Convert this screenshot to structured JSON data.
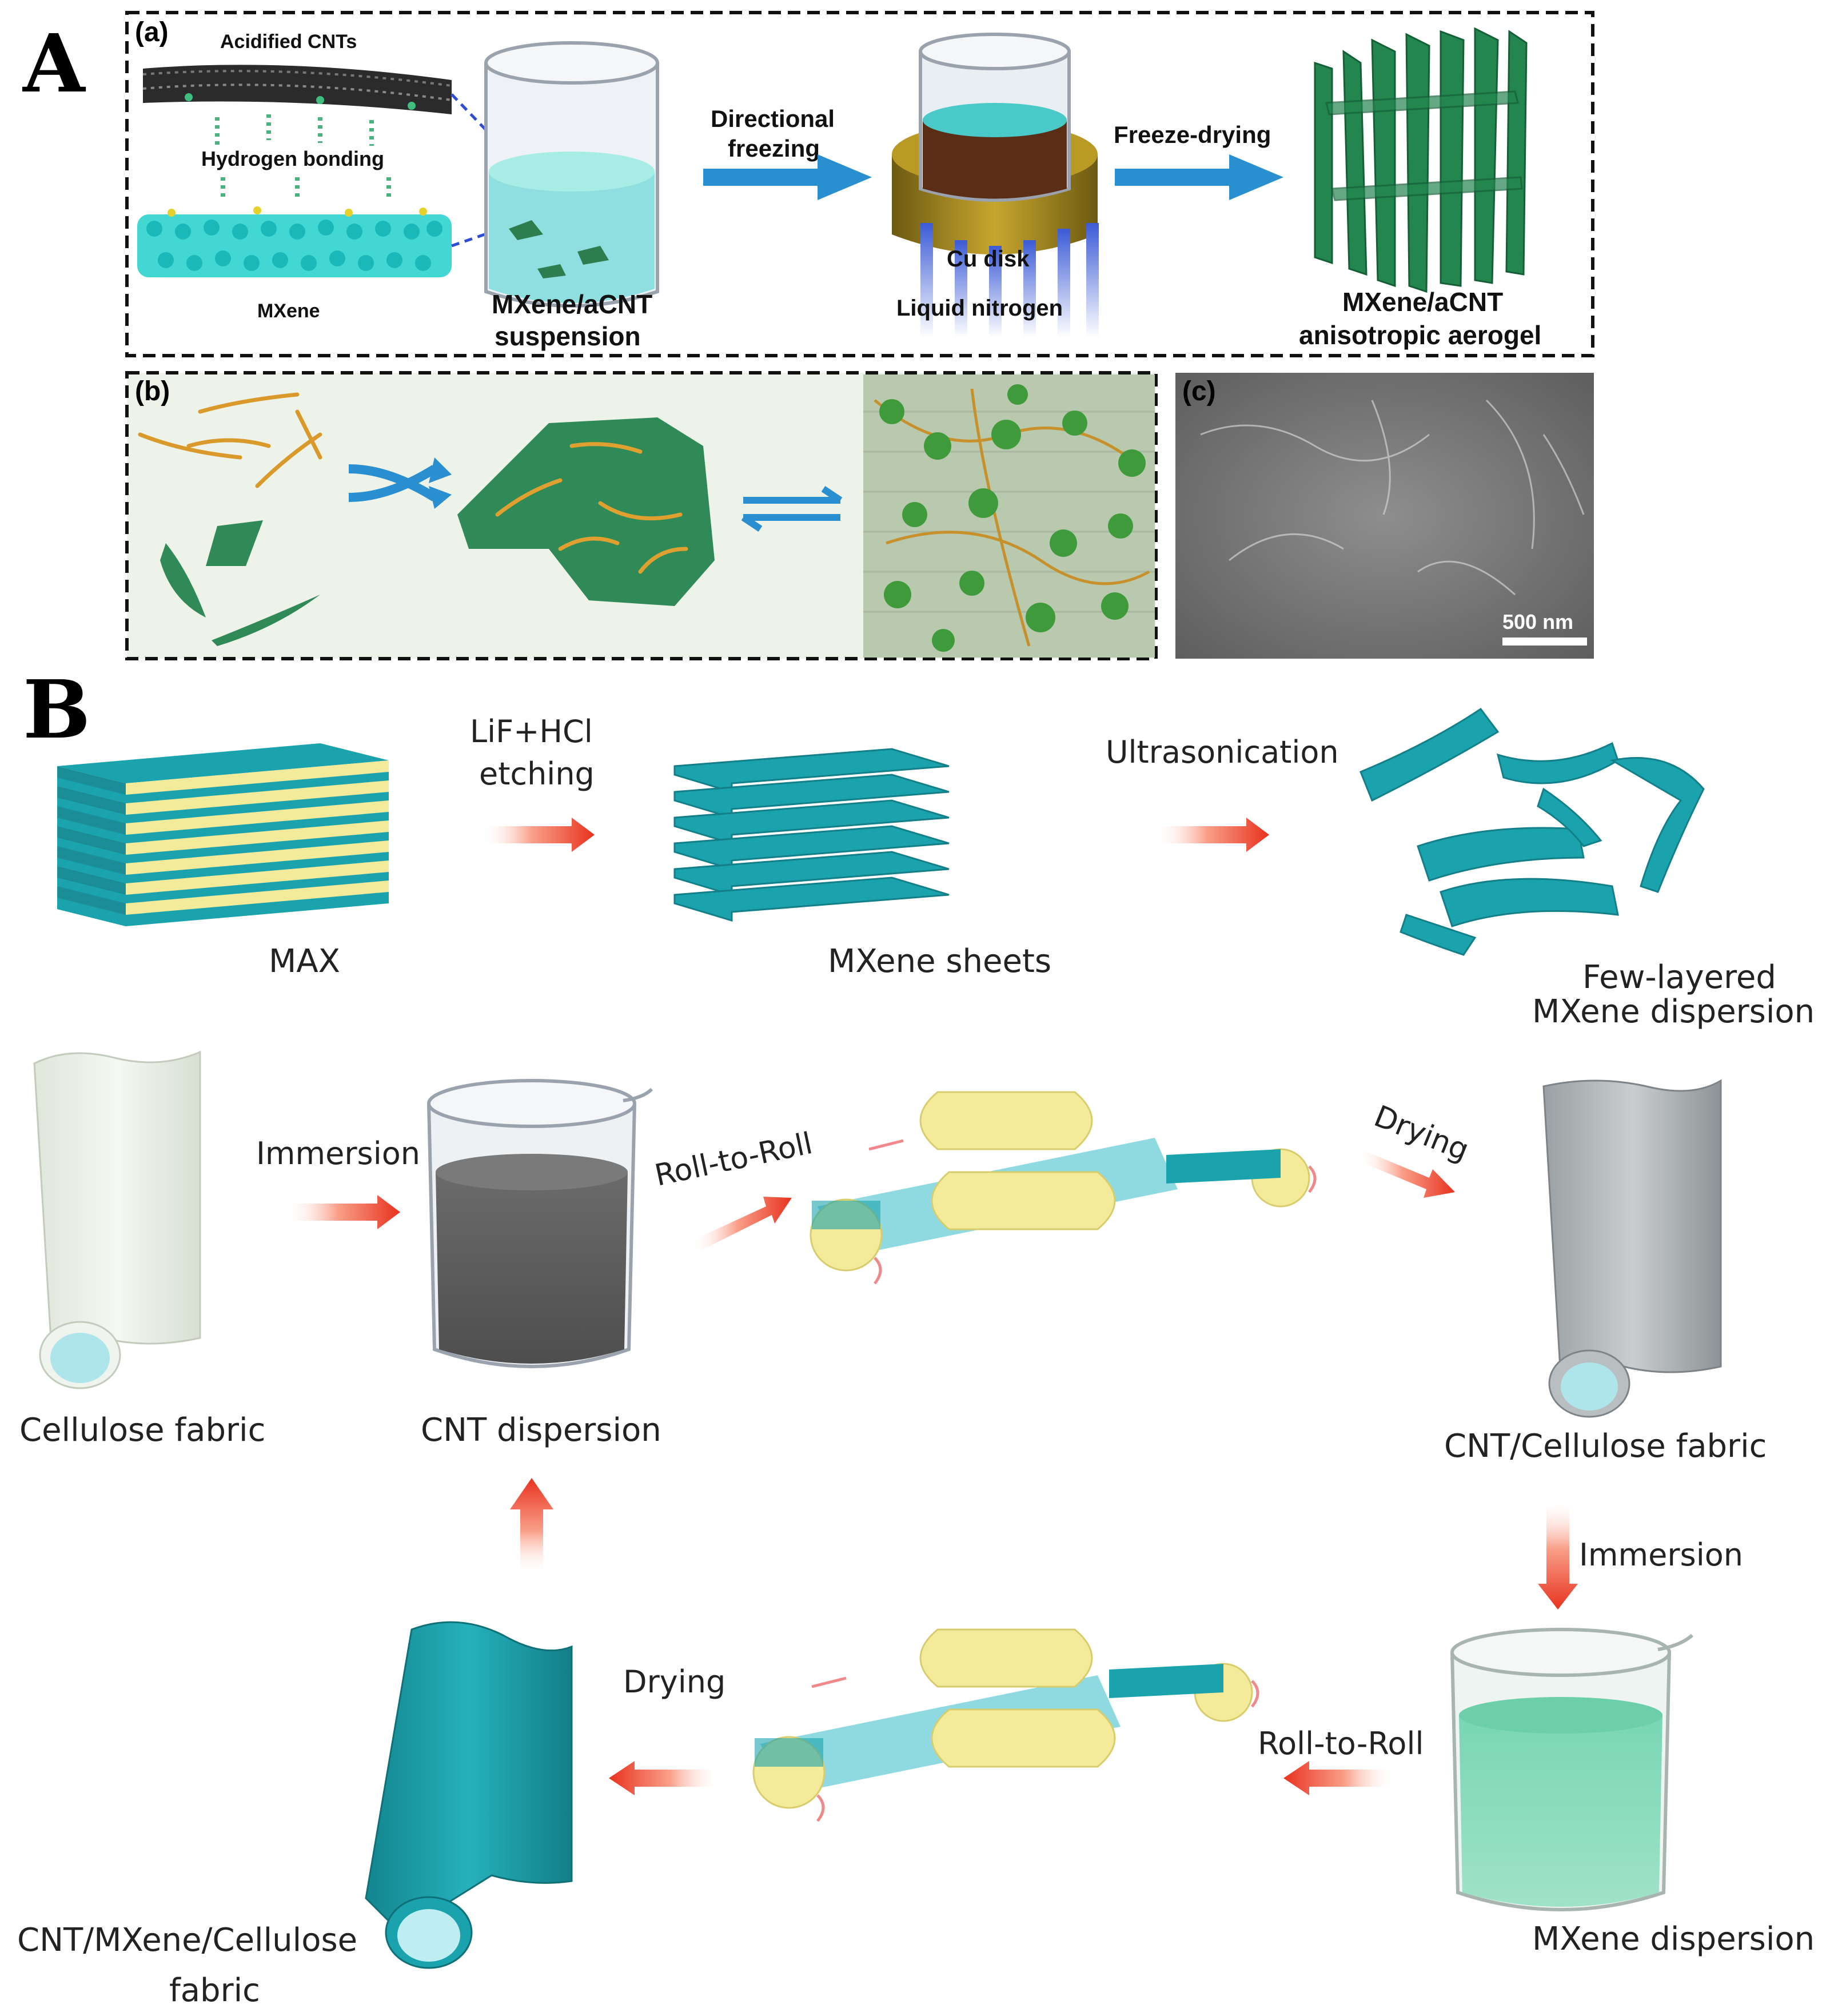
{
  "panel_a": {
    "label": "A",
    "sub_a": {
      "tag": "(a)",
      "acid_cnt": "Acidified CNTs",
      "hbond": "Hydrogen bonding",
      "mxene": "MXene",
      "suspension_l1": "MXene/aCNT",
      "suspension_l2": "suspension",
      "freeze_l1": "Directional",
      "freeze_l2": "freezing",
      "cu_disk": "Cu disk",
      "liquid_n2": "Liquid nitrogen",
      "freeze_dry": "Freeze-drying",
      "aerogel_l1": "MXene/aCNT",
      "aerogel_l2": "anisotropic aerogel"
    },
    "sub_b": {
      "tag": "(b)"
    },
    "sub_c": {
      "tag": "(c)",
      "scale": "500 nm"
    }
  },
  "panel_b": {
    "label": "B",
    "etch_l1": "LiF+HCl",
    "etch_l2": "etching",
    "ultrasonication": "Ultrasonication",
    "max": "MAX",
    "mxene_sheets": "MXene sheets",
    "few_l1": "Few-layered",
    "few_l2": "MXene dispersion",
    "immersion1": "Immersion",
    "roll1": "Roll-to-Roll",
    "drying1": "Drying",
    "cellulose": "Cellulose fabric",
    "cnt_disp": "CNT dispersion",
    "cnt_cell": "CNT/Cellulose fabric",
    "immersion2": "Immersion",
    "drying2": "Drying",
    "roll2": "Roll-to-Roll",
    "final_l1": "CNT/MXene/Cellulose",
    "final_l2": "fabric",
    "mxene_disp": "MXene dispersion"
  },
  "colors": {
    "teal": "#1aa3ad",
    "yellow": "#f3ea9a",
    "green": "#2f8a57",
    "arrow_blue": "#2a8fd0",
    "arrow_red": "#e8321e",
    "gold": "#a88a1e"
  }
}
